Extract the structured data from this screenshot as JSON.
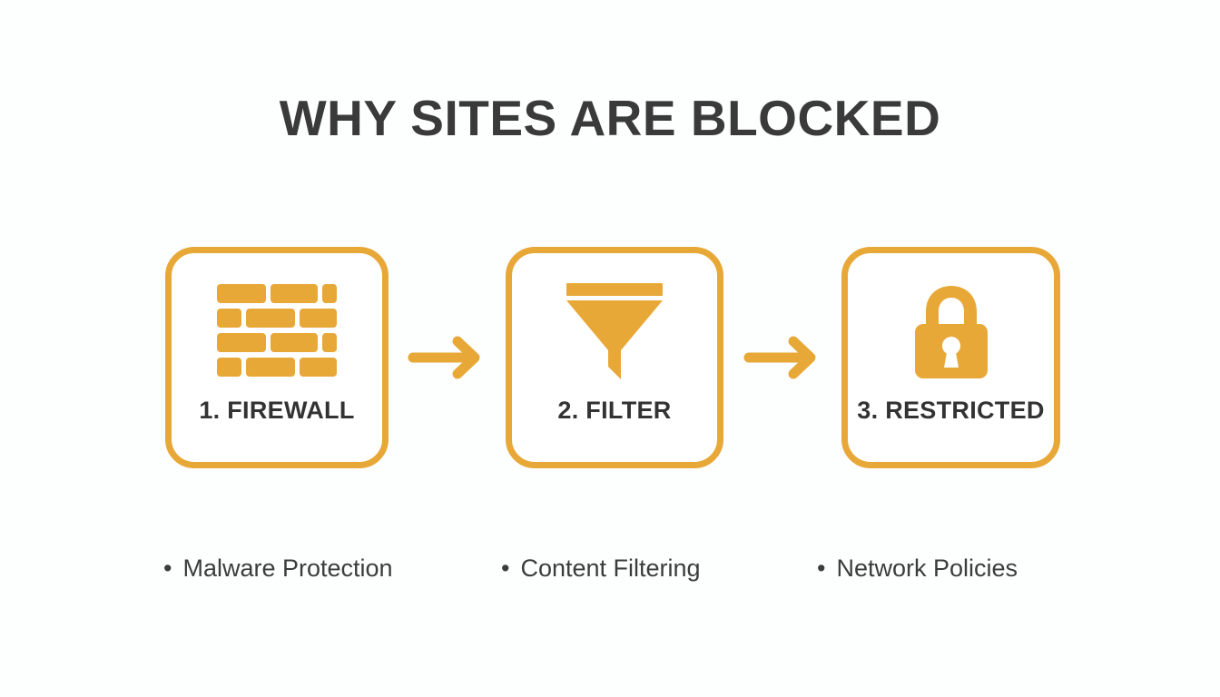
{
  "title": "WHY SITES ARE BLOCKED",
  "theme": {
    "accent": "#e8a838",
    "text_dark": "#3a3a3a",
    "card_bg": "#ffffff",
    "background": "#fdfefe"
  },
  "steps": [
    {
      "label": "1. FIREWALL",
      "icon": "brick-wall-icon"
    },
    {
      "label": "2. FILTER",
      "icon": "funnel-icon"
    },
    {
      "label": "3. RESTRICTED",
      "icon": "lock-icon"
    }
  ],
  "connectors": [
    {
      "icon": "arrow-right-icon"
    },
    {
      "icon": "arrow-right-icon"
    }
  ],
  "bullets": [
    {
      "marker": "•",
      "text": "Malware Protection"
    },
    {
      "marker": "•",
      "text": "Content Filtering"
    },
    {
      "marker": "•",
      "text": "Network Policies"
    }
  ]
}
